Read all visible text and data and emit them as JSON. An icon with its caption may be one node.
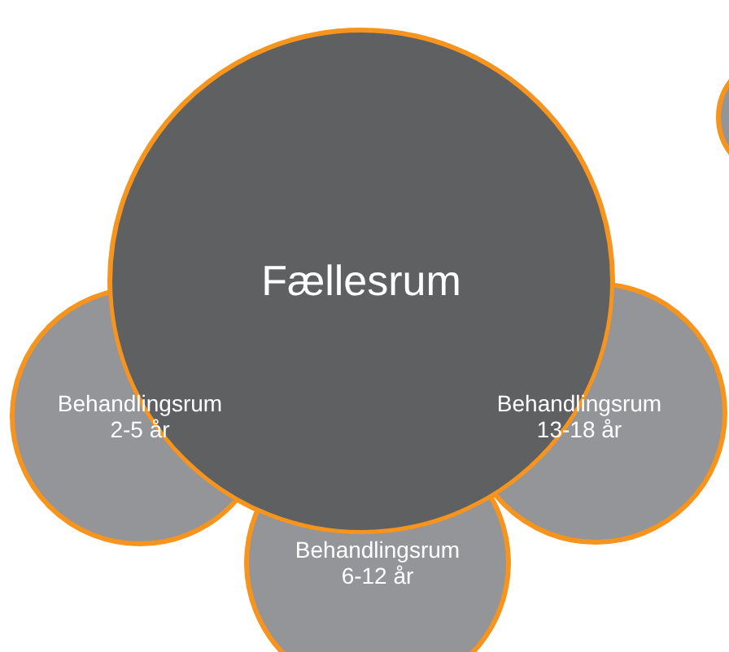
{
  "diagram": {
    "nodes": [
      {
        "text": [
          "Fællesrum"
        ]
      },
      {
        "text": [
          "Behandlingsrum 2-5 år"
        ]
      },
      {
        "text": [
          "Behandlingsrum 13-18 år"
        ]
      },
      {
        "text": [
          "Behandlingsrum 6-12 år"
        ]
      },
      {
        "text": [],
        "shape": "circle"
      }
    ]
  }
}
